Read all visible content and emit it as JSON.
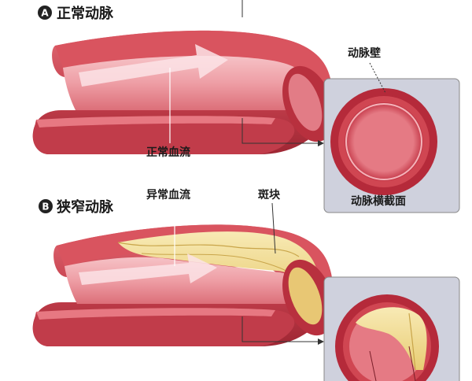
{
  "sections": {
    "a": {
      "badge": "A",
      "title": "正常动脉"
    },
    "b": {
      "badge": "B",
      "title": "狭窄动脉"
    }
  },
  "labels": {
    "artery_wall": "动脉壁",
    "normal_flow": "正常血流",
    "cross_section": "动脉横截面",
    "abnormal_flow": "异常血流",
    "plaque": "斑块"
  },
  "colors": {
    "artery_outer": "#c8424f",
    "artery_inner": "#f2a7ad",
    "artery_lumen": "#e98a93",
    "plaque": "#f1df9a",
    "inset_bg": "#cfd1dd",
    "arrow": "#fbe3e6"
  }
}
